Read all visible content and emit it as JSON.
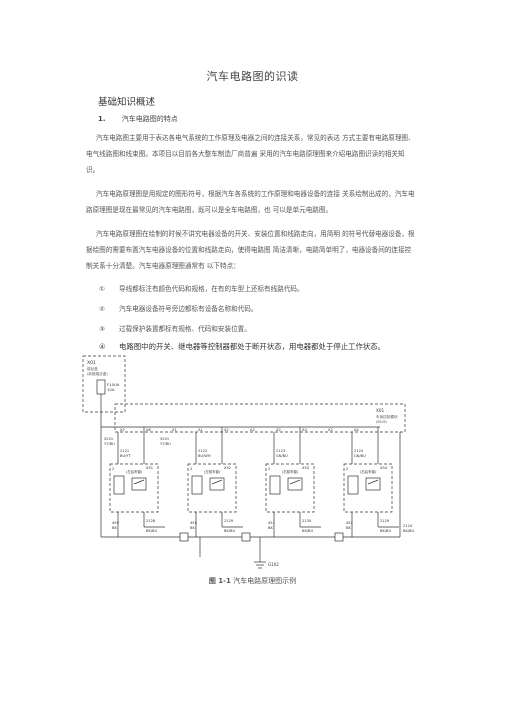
{
  "document": {
    "title": "汽车电路图的识读",
    "section_heading": "基础知识概述",
    "subsection": {
      "number": "1.",
      "title": "汽车电路图的特点"
    },
    "paragraphs": [
      "汽车电路图主要用于表达各电气系统的工作原理及电器之间的连接关系，常见的表达 方式主要有电路原理图、电气线路图和线束图。本项目以目前各大整车制造厂商普遍 采用的汽车电路原理图来介绍电路图识读的相关知识。",
      "汽车电路原理图是用规定的图形符号，根据汽车各系统的工作原理和电器设备的连接 关系绘制出成的，汽车电路原理图是现在最常见的汽车电路图，既可以是全车电路图，也 可以是单元电路图。",
      "汽车电路原理图在绘制的时候不讲究电器设备的开关、安装位置和线路走向，用简明 的符号代替电器设备，根据绘图的需要布置汽车电器设备的位置和线路走向，使得电路图 简洁清晰，电路简单明了，电器设备间的连接控制关系十分清楚。汽车电器原理图通常有 以下特点："
    ],
    "list": [
      {
        "mark": "①",
        "text": "导线都标注有颜色代码和规格，在有的车型上还标有线路代码。"
      },
      {
        "mark": "②",
        "text": "汽车电器设备符号旁边都标有设备名称和代码。"
      },
      {
        "mark": "③",
        "text": "过载保护装置都标有规格、代码和安装位置。"
      },
      {
        "mark": "④",
        "text": "电路图中的开关、继电器等控制器都处于断开状态，用电器都处于停止工作状态。"
      }
    ],
    "caption": {
      "number": "图 1-1",
      "text": "汽车电路原理图示例"
    }
  },
  "diagram": {
    "fuse_box": {
      "code": "X01",
      "lines": [
        "熔丝盒",
        "(前舱熔丝盒)"
      ]
    },
    "fuse": {
      "code": "F10UA",
      "rating": "10A"
    },
    "ecu": {
      "code": "X01",
      "lines": [
        "车身控制模块",
        "(BCM)"
      ]
    },
    "top_wires": [
      {
        "code": "5201",
        "color": "YT/BU"
      },
      {
        "code": "5201",
        "color": "YT/BU"
      }
    ],
    "top_pins": [
      "X2",
      "A6",
      "X1",
      "A1",
      "X2",
      "A2",
      "X2",
      "A3",
      "X2",
      "A4"
    ],
    "channels": [
      {
        "wire_code": "2121",
        "wire_color": "BU/YT",
        "pin_in": "2",
        "relay_name": "(左后车窗)",
        "out_code": "499",
        "out_color": "BK",
        "mid_code": "2128",
        "mid_color": "BK/BU"
      },
      {
        "wire_code": "2122",
        "wire_color": "BU/WH",
        "pin_in": "2",
        "relay_name": "(左前车窗)",
        "out_code": "450",
        "out_color": "BK",
        "mid_code": "2129",
        "mid_color": "BK/BU"
      },
      {
        "wire_code": "2123",
        "wire_color": "GN/BU",
        "pin_in": "2",
        "relay_name": "(右前车窗)",
        "out_code": "451",
        "out_color": "BK",
        "mid_code": "2130",
        "mid_color": "BK/BU"
      },
      {
        "wire_code": "2124",
        "wire_color": "GN/BU",
        "pin_in": "2",
        "relay_name": "(右后车窗)",
        "out_code": "452",
        "out_color": "BK",
        "mid_code": "2129",
        "mid_color": "BK/BU"
      }
    ],
    "right_wire": {
      "code": "2124",
      "color": "BK/BU"
    },
    "ground": {
      "code": "G102"
    },
    "relay_codes": [
      "X51",
      "X52",
      "X53",
      "X54"
    ]
  }
}
